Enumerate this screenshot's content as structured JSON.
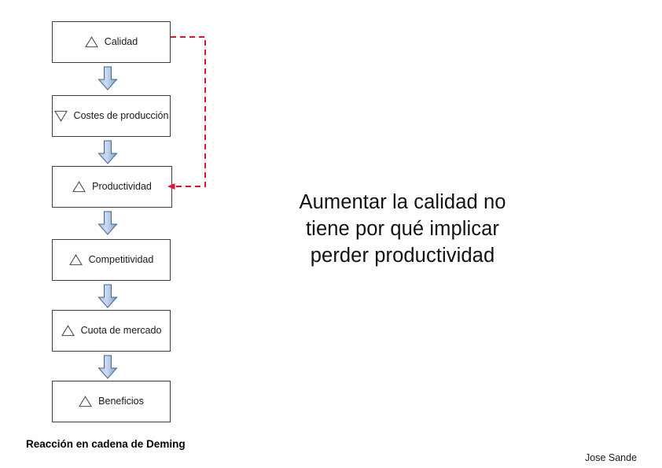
{
  "slide": {
    "background_color": "#ffffff",
    "diagram_caption": "Reacción en cadena de Deming",
    "author_credit": "Jose Sande"
  },
  "headline": {
    "lines": [
      "Aumentar la calidad no",
      "tiene por qué implicar",
      "perder productividad"
    ]
  },
  "chain": {
    "title": "Reacción en cadena de Deming",
    "box_border_color": "#3f3f3f",
    "box_fill_color": "#ffffff",
    "arrow_fill_color": "#9cb7dc",
    "arrow_border_color": "#41689e",
    "feedback_color": "#e8112d",
    "nodes": [
      {
        "label": "Calidad",
        "trend": "up",
        "trend_icon": "triangle-up-icon"
      },
      {
        "label": "Costes de producción",
        "trend": "down",
        "trend_icon": "triangle-down-icon"
      },
      {
        "label": "Productividad",
        "trend": "up",
        "trend_icon": "triangle-up-icon"
      },
      {
        "label": "Competitividad",
        "trend": "up",
        "trend_icon": "triangle-up-icon"
      },
      {
        "label": "Cuota de mercado",
        "trend": "up",
        "trend_icon": "triangle-up-icon"
      },
      {
        "label": "Beneficios",
        "trend": "up",
        "trend_icon": "triangle-up-icon"
      }
    ],
    "connectors": [
      {
        "from": "Calidad",
        "to": "Costes de producción",
        "style": "block-arrow-down"
      },
      {
        "from": "Costes de producción",
        "to": "Productividad",
        "style": "block-arrow-down"
      },
      {
        "from": "Productividad",
        "to": "Competitividad",
        "style": "block-arrow-down"
      },
      {
        "from": "Competitividad",
        "to": "Cuota de mercado",
        "style": "block-arrow-down"
      },
      {
        "from": "Cuota de mercado",
        "to": "Beneficios",
        "style": "block-arrow-down"
      }
    ],
    "feedback": {
      "from": "Calidad",
      "to": "Productividad",
      "style": "dashed",
      "color": "#e8112d",
      "arrowhead": "left"
    }
  }
}
